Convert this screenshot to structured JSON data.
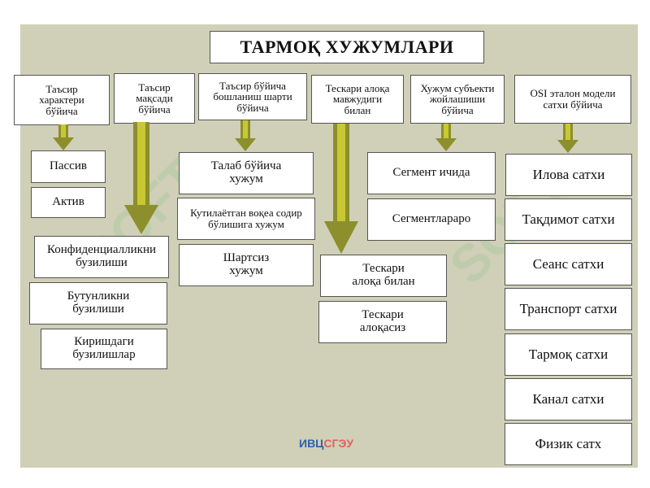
{
  "title": "ТАРМОҚ ХУЖУМЛАРИ",
  "columns": [
    {
      "header": "Таъсир\nхарактери\nбўйича",
      "items": [
        "Пассив",
        "Актив"
      ]
    },
    {
      "header": "Таъсир\nмақсади\nбўйича",
      "items": [
        "Конфиденциалликни\nбузилиши",
        "Бутунликни\nбузилиши",
        "Киришдаги\nбузилишлар"
      ]
    },
    {
      "header": "Таъсир бўйича\nбошланиш шарти\nбўйича",
      "items": [
        "Талаб бўйича\nхужум",
        "Кутилаётган воқеа содир\nбўлишига хужум",
        "Шартсиз\nхужум"
      ]
    },
    {
      "header": "Тескари алоқа\nмавжудиги\nбилан",
      "items": [
        "Тескари\nалоқа билан",
        "Тескари\nалоқасиз"
      ]
    },
    {
      "header": "Хужум субъекти\nжойлашиши\nбўйича",
      "items": [
        "Сегмент ичида",
        "Сегментлараро"
      ]
    },
    {
      "header": "OSI эталон модели\nсатхи бўйича",
      "items": [
        "Илова сатхи",
        "Тақдимот сатхи",
        "Сеанс  сатхи",
        "Транспорт сатхи",
        "Тармоқ сатхи",
        "Канал сатхи",
        "Физик  сатх"
      ]
    }
  ],
  "logo": {
    "part1": "ИВЦ",
    "part2": "СГЭУ"
  },
  "colors": {
    "background": "#cfd0b7",
    "arrow": "#8c8f2b",
    "arrow_inner": "#c8c833",
    "logo_blue": "#2f5fb0",
    "logo_red": "#e06060"
  }
}
